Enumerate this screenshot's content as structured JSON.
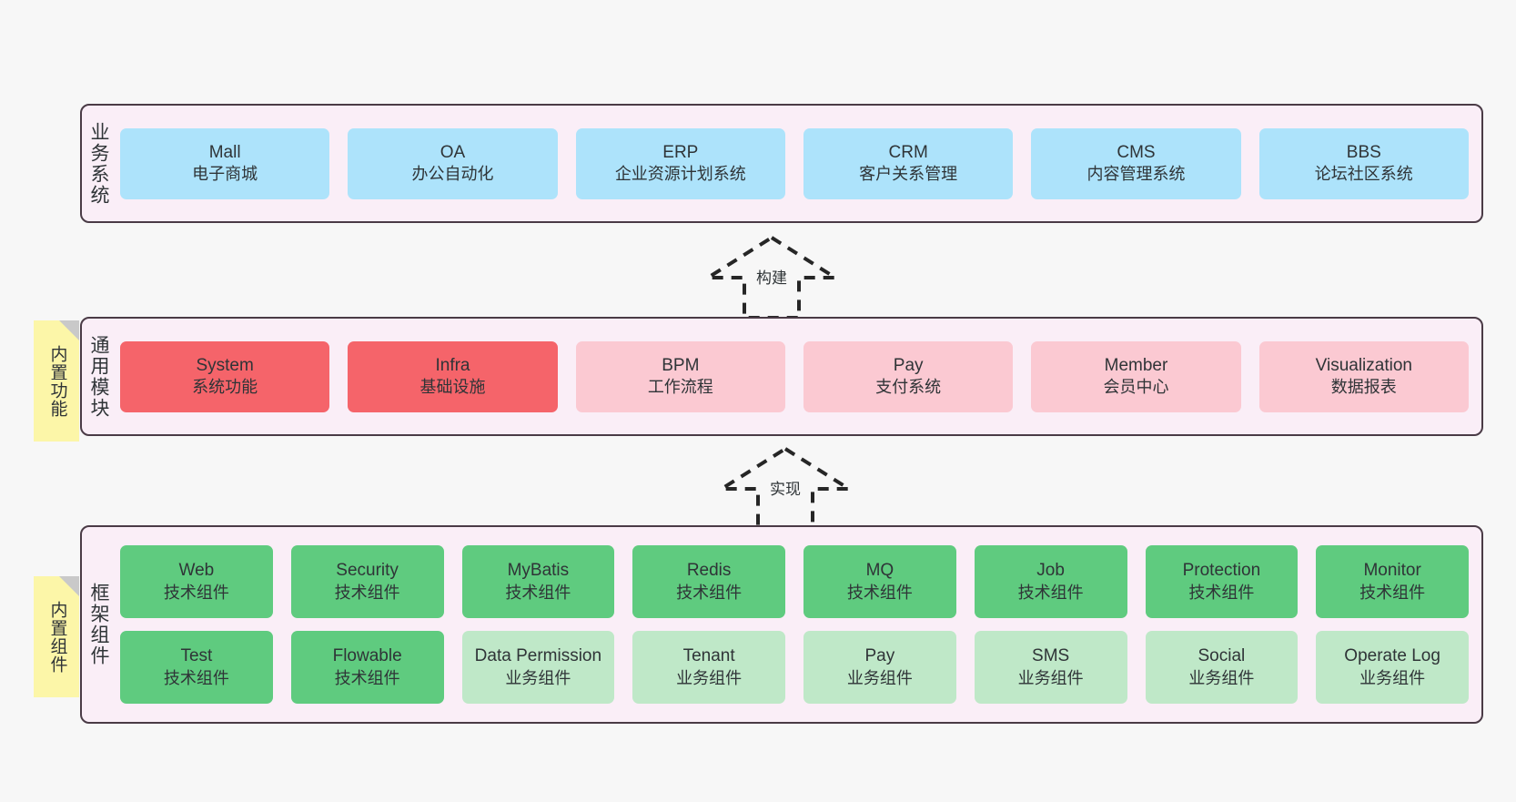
{
  "diagram": {
    "background_color": "#f7f7f7",
    "layers": [
      {
        "id": "business",
        "title": "业务系统",
        "accent": "#ade3fb",
        "rows": [
          {
            "cards": [
              {
                "title": "Mall",
                "subtitle": "电子商城",
                "color": "#ade3fb"
              },
              {
                "title": "OA",
                "subtitle": "办公自动化",
                "color": "#ade3fb"
              },
              {
                "title": "ERP",
                "subtitle": "企业资源计划系统",
                "color": "#ade3fb"
              },
              {
                "title": "CRM",
                "subtitle": "客户关系管理",
                "color": "#ade3fb"
              },
              {
                "title": "CMS",
                "subtitle": "内容管理系统",
                "color": "#ade3fb"
              },
              {
                "title": "BBS",
                "subtitle": "论坛社区系统",
                "color": "#ade3fb"
              }
            ]
          }
        ]
      },
      {
        "id": "modules",
        "title": "通用模块",
        "accent": "#f5646a",
        "rows": [
          {
            "cards": [
              {
                "title": "System",
                "subtitle": "系统功能",
                "color": "#f5646a"
              },
              {
                "title": "Infra",
                "subtitle": "基础设施",
                "color": "#f5646a"
              },
              {
                "title": "BPM",
                "subtitle": "工作流程",
                "color": "#fbc9d2"
              },
              {
                "title": "Pay",
                "subtitle": "支付系统",
                "color": "#fbc9d2"
              },
              {
                "title": "Member",
                "subtitle": "会员中心",
                "color": "#fbc9d2"
              },
              {
                "title": "Visualization",
                "subtitle": "数据报表",
                "color": "#fbc9d2"
              }
            ]
          }
        ]
      },
      {
        "id": "framework",
        "title": "框架组件",
        "accent": "#5fcb7f",
        "rows": [
          {
            "cards": [
              {
                "title": "Web",
                "subtitle": "技术组件",
                "color": "#5fcb7f"
              },
              {
                "title": "Security",
                "subtitle": "技术组件",
                "color": "#5fcb7f"
              },
              {
                "title": "MyBatis",
                "subtitle": "技术组件",
                "color": "#5fcb7f"
              },
              {
                "title": "Redis",
                "subtitle": "技术组件",
                "color": "#5fcb7f"
              },
              {
                "title": "MQ",
                "subtitle": "技术组件",
                "color": "#5fcb7f"
              },
              {
                "title": "Job",
                "subtitle": "技术组件",
                "color": "#5fcb7f"
              },
              {
                "title": "Protection",
                "subtitle": "技术组件",
                "color": "#5fcb7f"
              },
              {
                "title": "Monitor",
                "subtitle": "技术组件",
                "color": "#5fcb7f"
              }
            ]
          },
          {
            "cards": [
              {
                "title": "Test",
                "subtitle": "技术组件",
                "color": "#5fcb7f"
              },
              {
                "title": "Flowable",
                "subtitle": "技术组件",
                "color": "#5fcb7f"
              },
              {
                "title": "Data Permission",
                "subtitle": "业务组件",
                "color": "#bfe8c8"
              },
              {
                "title": "Tenant",
                "subtitle": "业务组件",
                "color": "#bfe8c8"
              },
              {
                "title": "Pay",
                "subtitle": "业务组件",
                "color": "#bfe8c8"
              },
              {
                "title": "SMS",
                "subtitle": "业务组件",
                "color": "#bfe8c8"
              },
              {
                "title": "Social",
                "subtitle": "业务组件",
                "color": "#bfe8c8"
              },
              {
                "title": "Operate Log",
                "subtitle": "业务组件",
                "color": "#bfe8c8"
              }
            ]
          }
        ]
      }
    ],
    "sticky_notes": [
      {
        "id": "functions",
        "label": "内置功能",
        "color": "#fcf6a8"
      },
      {
        "id": "components",
        "label": "内置组件",
        "color": "#fcf6a8"
      }
    ],
    "arrows": [
      {
        "id": "build",
        "label": "构建",
        "style": "dashed-hollow-up"
      },
      {
        "id": "realize",
        "label": "实现",
        "style": "dashed-hollow-up"
      }
    ]
  }
}
